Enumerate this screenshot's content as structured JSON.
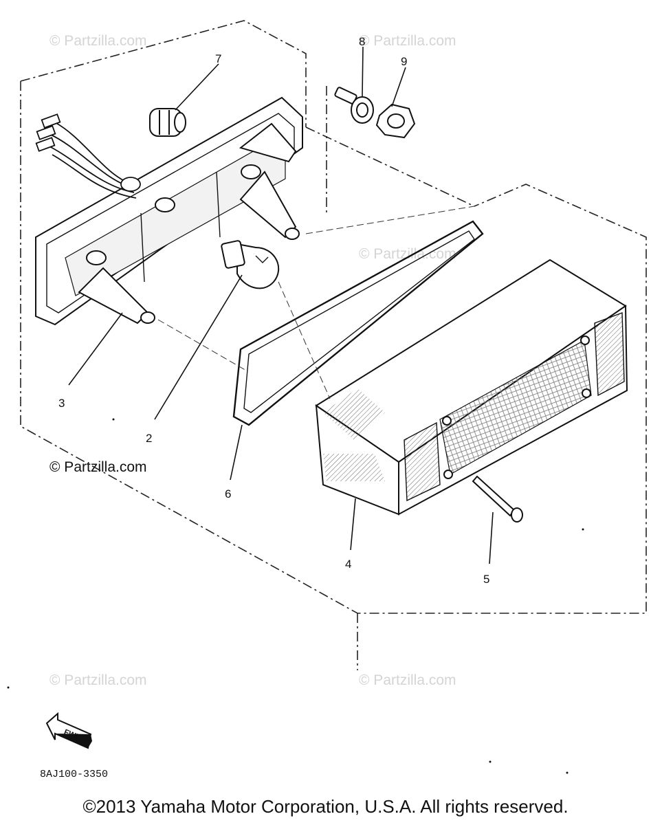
{
  "callouts": {
    "c1": "2",
    "c2": "3",
    "c3": "4",
    "c4": "5",
    "c5": "6",
    "c6": "7",
    "c7": "8",
    "c8": "9"
  },
  "watermark_text": "© Partzilla.com",
  "direction_badge": "FWD",
  "diagram_code": "8AJ100-3350",
  "copyright": "©2013 Yamaha Motor Corporation, U.S.A. All rights reserved."
}
